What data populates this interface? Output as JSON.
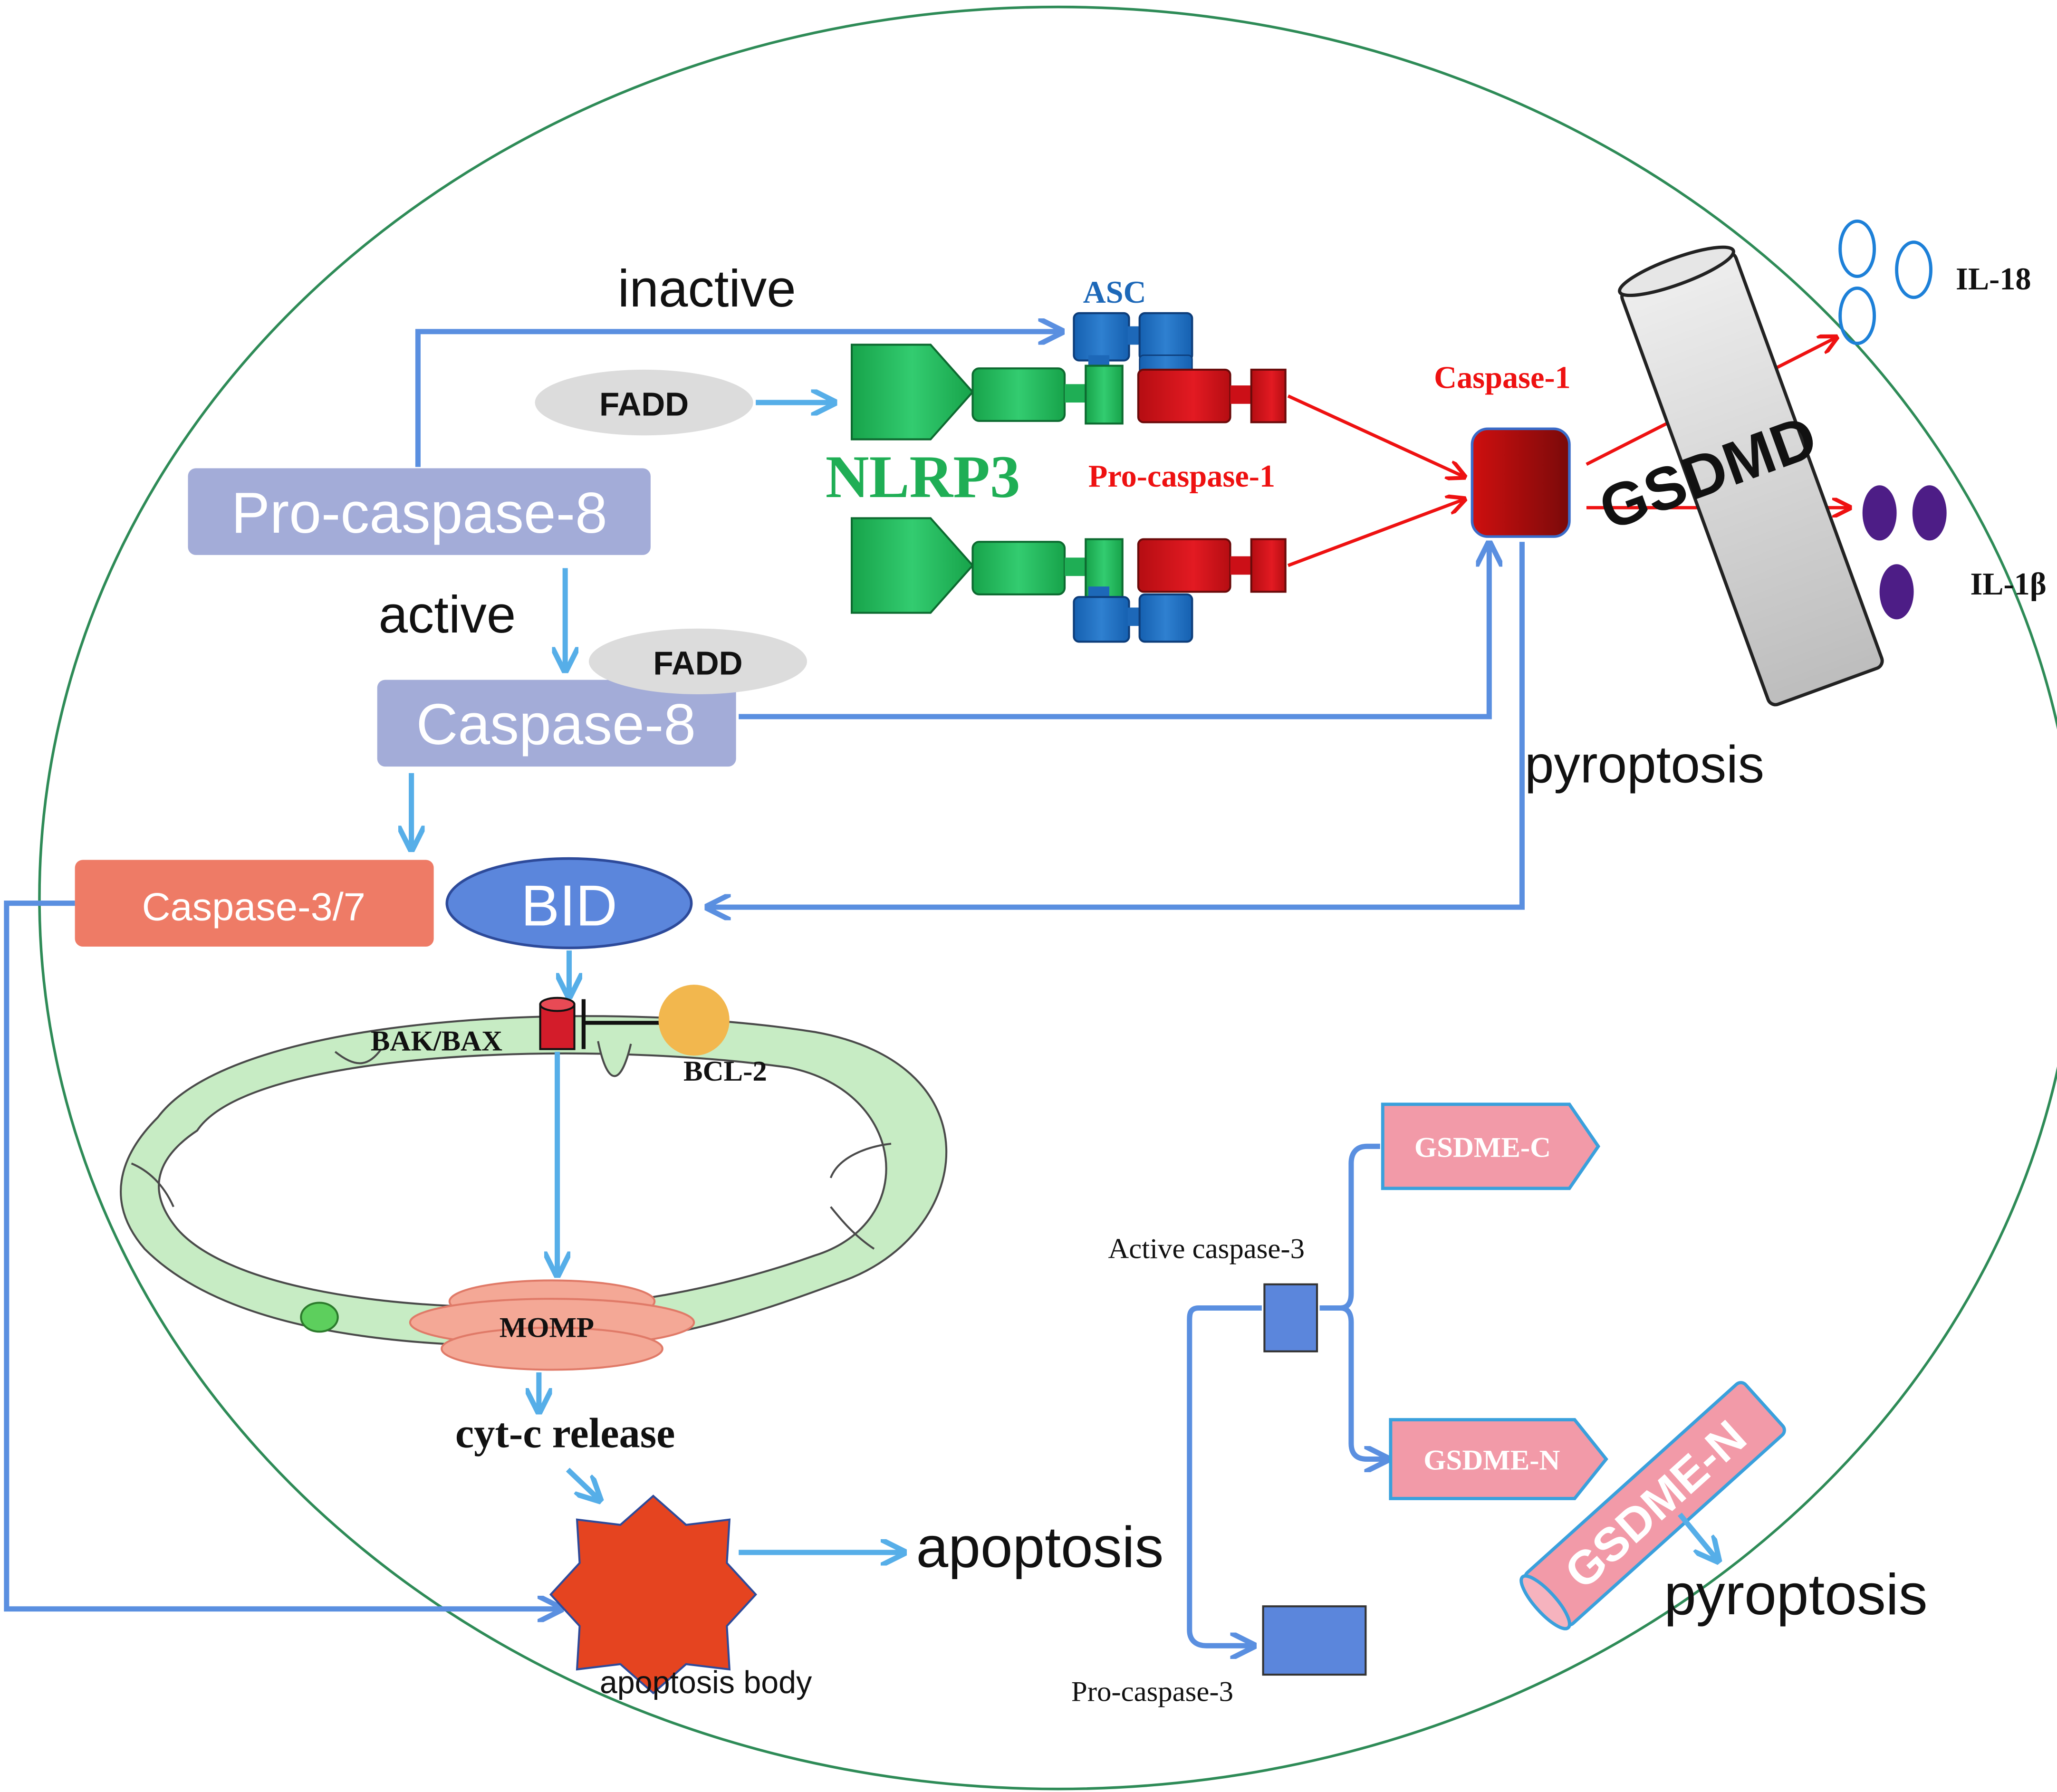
{
  "colors": {
    "cell_membrane": "#2e8b57",
    "blue_arrow": "#5a8fe0",
    "light_arrow": "#56aee8",
    "red_arrow": "#ee1111",
    "box_lavender": "#a3acd8",
    "caspase37_box": "#ee7b66",
    "bid_fill": "#5b86dc",
    "nlrp3_green": "#1fae55",
    "asc_blue": "#1d68b8",
    "procasp1_red": "#cc0f17",
    "caspase1_dark": "#a80d0d",
    "gsdmd_gray": "#d6d6d6",
    "gsdme_pink": "#f29aa8",
    "mito_green": "#c7ecc4",
    "momp_salmon": "#f4a896",
    "apoptosis_body": "#e54420",
    "bcl2_orange": "#f2b74e",
    "baxbak_red": "#d31c2a",
    "il1b_purple": "#4d1d86",
    "fadd_gray": "#dcdcdc"
  },
  "icons": [
    "gear-shaped-apoptosis-body",
    "mitochondrion-outline",
    "ion-channel-cylinder"
  ],
  "labels": {
    "inactive": "inactive",
    "active": "active",
    "fadd_top": "FADD",
    "fadd_bottom": "FADD",
    "pro_caspase_8": "Pro-caspase-8",
    "caspase_8": "Caspase-8",
    "asc": "ASC",
    "nlrp3": "NLRP3",
    "pro_caspase_1": "Pro-caspase-1",
    "caspase_1": "Caspase-1",
    "gsdmd": "GSDMD",
    "il18": "IL-18",
    "il1b": "IL-1β",
    "pyroptosis_top": "pyroptosis",
    "caspase_37": "Caspase-3/7",
    "bid": "BID",
    "bak_bax": "BAK/BAX",
    "bcl2": "BCL-2",
    "momp": "MOMP",
    "cytc": "cyt-c release",
    "apoptosis_body": "apoptosis body",
    "apoptosis": "apoptosis",
    "active_caspase3": "Active caspase-3",
    "pro_caspase3": "Pro-caspase-3",
    "gsdme_c": "GSDME-C",
    "gsdme_n_box": "GSDME-N",
    "gsdme_n_pore": "GSDME-N",
    "pyroptosis_bottom": "pyroptosis"
  }
}
